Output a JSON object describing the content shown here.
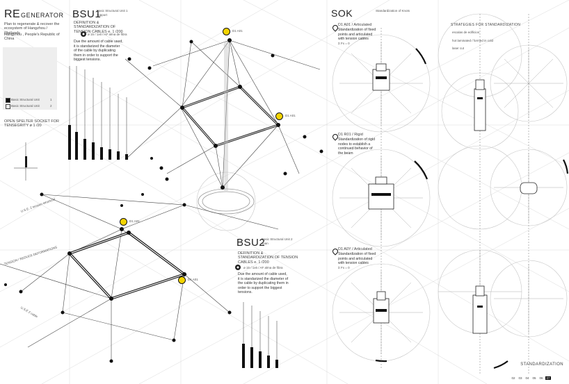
{
  "header": {
    "title_re": "RE",
    "title_gen": "GENERATOR",
    "subtitle": "Plan to regenerate & recover the ecosystem of Hangzhou / Wetlands",
    "location": "Hangzhou , People's Republic of China"
  },
  "legend": {
    "item1": "Basic Structural Unit",
    "item1_num": "1",
    "item2": "Basic Structural Unit",
    "item2_num": "2"
  },
  "left_notes": {
    "socket": "OPEN SPELTER SOCKET FOR TENSEGRITY ø 1 /20",
    "use_tension": "U.S.E. 2 tension structural",
    "tension_reduce": "TENSION / REDUCE DEFORMATIONS",
    "use_cable": "U.S.E 2 cable"
  },
  "bsu1": {
    "code": "BSU1",
    "name": "Basic Structural Unit 1",
    "role": "support",
    "definition": "DEFINITION & STANDARDIZATION OF TENSION CABLES e. 1 /200",
    "spec": "ø 15 / 1x6 / AF alma de fibra",
    "body": "Due the amount of cable used, it is standarized the diameter of the cable by duplicating them in order to support the biggest tensions."
  },
  "bsu2": {
    "code": "BSU2",
    "name": "Basic Structural Unit 2",
    "role": "span",
    "definition": "DEFINITION & STANDARDIZATION OF TENSION CABLES e. 1 /200",
    "spec": "ø 15 / 1x6 / AF alma de fibra",
    "body": "Due the amount of cable used, it is standarized the diameter of the cable by duplicating them in order to support the biggest tensions."
  },
  "sok": {
    "code": "SOK",
    "label": "Standardization of Knots",
    "knots": [
      {
        "title": "D1 A01 / Articulated",
        "body": "Standardization of fixed points and articulated with tension cables",
        "eq": "Σ Fx = 0"
      },
      {
        "title": "D1 R01 / Rigid",
        "body": "Standardization of rigid nodes to establish a continued behavior of the beam",
        "eq": ""
      },
      {
        "title": "D1 A0Y / Articulated",
        "body": "Standardization of fixed points and articulated with tension cables",
        "eq": "Σ Fx = 0"
      }
    ]
  },
  "strategies": {
    "title": "STRATEGIES FOR STANDARDIZATION",
    "line1": "escalas de edificios",
    "line2": "hot laminated / formed in cold",
    "line3": "laser cut"
  },
  "tags": {
    "a01_top": "D1 A01",
    "a01_mid": "D1 A01",
    "a01_left": "D1 A01",
    "a01_low": "D1 A01"
  },
  "footer": {
    "label": "STANDARDIZATION",
    "pages": [
      "02",
      "03",
      "04",
      "05",
      "06",
      "07"
    ],
    "active_page": "07"
  },
  "colors": {
    "accent": "#f4d400",
    "ink": "#111111",
    "grid": "#cfcfcf"
  }
}
